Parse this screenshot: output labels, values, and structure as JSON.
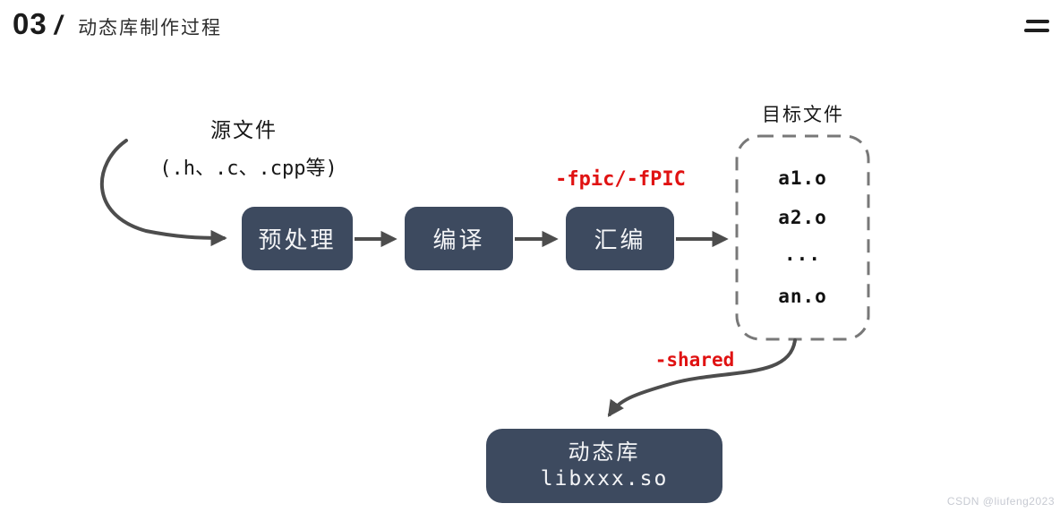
{
  "header": {
    "number": "03",
    "slash": "/",
    "title": "动态库制作过程"
  },
  "diagram": {
    "source_label": "源文件",
    "source_sub": "(.h、.c、.cpp等)",
    "steps": [
      {
        "label": "预处理"
      },
      {
        "label": "编译"
      },
      {
        "label": "汇编"
      }
    ],
    "fpic_flag": "-fpic/-fPIC",
    "shared_flag": "-shared",
    "object_files": {
      "title": "目标文件",
      "items": [
        "a1.o",
        "a2.o",
        "...",
        "an.o"
      ]
    },
    "output_box": {
      "title": "动态库",
      "subtitle": "libxxx.so"
    }
  },
  "watermark": "CSDN @liufeng2023",
  "colors": {
    "node_bg": "#3d4a5f",
    "arrow": "#4d4d4d",
    "flag_red": "#e01212",
    "dashed_border": "#787878"
  }
}
